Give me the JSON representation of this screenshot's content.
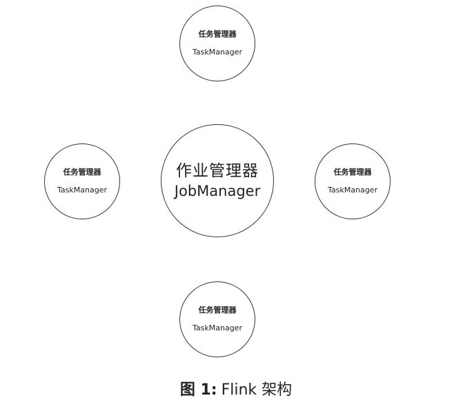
{
  "diagram": {
    "center": {
      "title_zh": "作业管理器",
      "title_en": "JobManager"
    },
    "task_managers": [
      {
        "title_zh": "任务管理器",
        "title_en": "TaskManager"
      },
      {
        "title_zh": "任务管理器",
        "title_en": "TaskManager"
      },
      {
        "title_zh": "任务管理器",
        "title_en": "TaskManager"
      },
      {
        "title_zh": "任务管理器",
        "title_en": "TaskManager"
      }
    ]
  },
  "caption": {
    "label": "图 1:",
    "title": "Flink 架构"
  }
}
